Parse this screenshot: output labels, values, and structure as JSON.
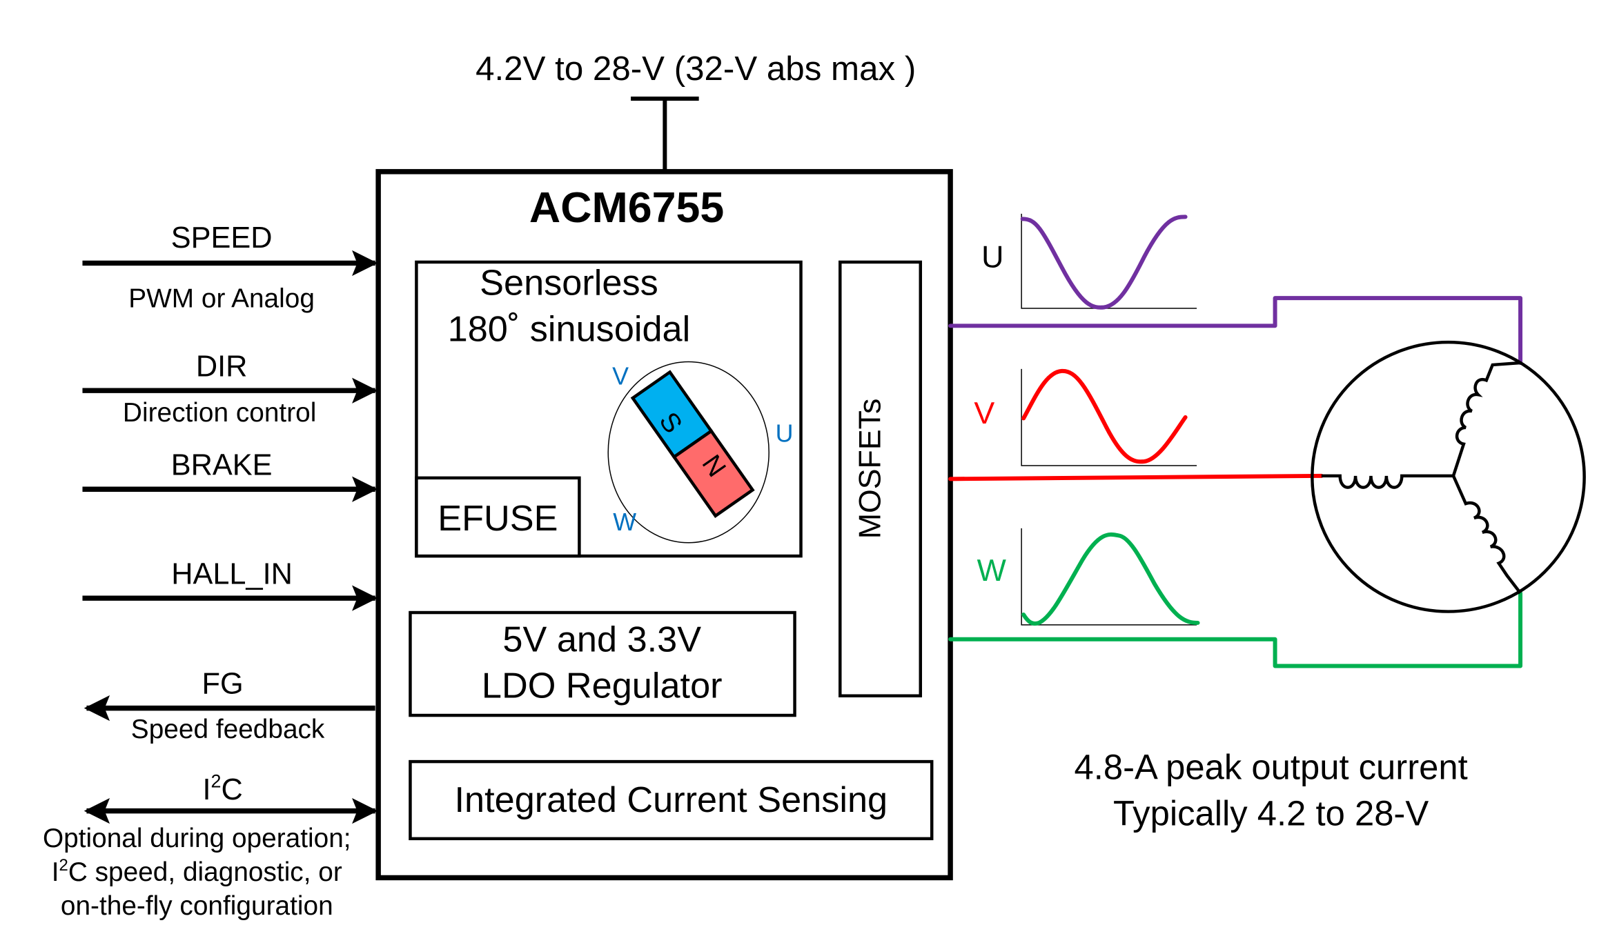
{
  "supply": {
    "label": "4.2V to 28-V (32-V abs max )"
  },
  "chip": {
    "name": "ACM6755",
    "control_block": {
      "line1": "Sensorless",
      "line2": "180˚ sinusoidal"
    },
    "efuse": "EFUSE",
    "ldo": {
      "line1": "5V and 3.3V",
      "line2": "LDO Regulator"
    },
    "current_sense": "Integrated Current Sensing",
    "mosfets": "MOSFETs",
    "rotor": {
      "label_u": "U",
      "label_v": "V",
      "label_w": "W",
      "south": "S",
      "north": "N"
    }
  },
  "signals": [
    {
      "name": "SPEED",
      "desc": "PWM or Analog",
      "direction": "in"
    },
    {
      "name": "DIR",
      "desc": "Direction control",
      "direction": "in"
    },
    {
      "name": "BRAKE",
      "desc": "",
      "direction": "in"
    },
    {
      "name": "HALL_IN",
      "desc": "",
      "direction": "in"
    },
    {
      "name": "FG",
      "desc": "Speed feedback",
      "direction": "out"
    },
    {
      "name": "I2C",
      "desc_lines": [
        "Optional during operation;",
        "I2C speed, diagnostic, or",
        "on-the-fly configuration"
      ],
      "direction": "bidirectional"
    }
  ],
  "i2c_label": {
    "base": "I",
    "sup": "2",
    "tail": "C"
  },
  "phases": [
    {
      "name": "U",
      "color": "#7030A0",
      "label_color": "#000000"
    },
    {
      "name": "V",
      "color": "#FF0000",
      "label_color": "#FF0000"
    },
    {
      "name": "W",
      "color": "#00B050",
      "label_color": "#00B050"
    }
  ],
  "colors": {
    "rotor_label": "#0070C0",
    "magnet_south": "#00B0F0",
    "magnet_north": "#FF6B6B"
  },
  "output_note": {
    "line1": "4.8-A peak output current",
    "line2": "Typically 4.2 to 28-V"
  }
}
